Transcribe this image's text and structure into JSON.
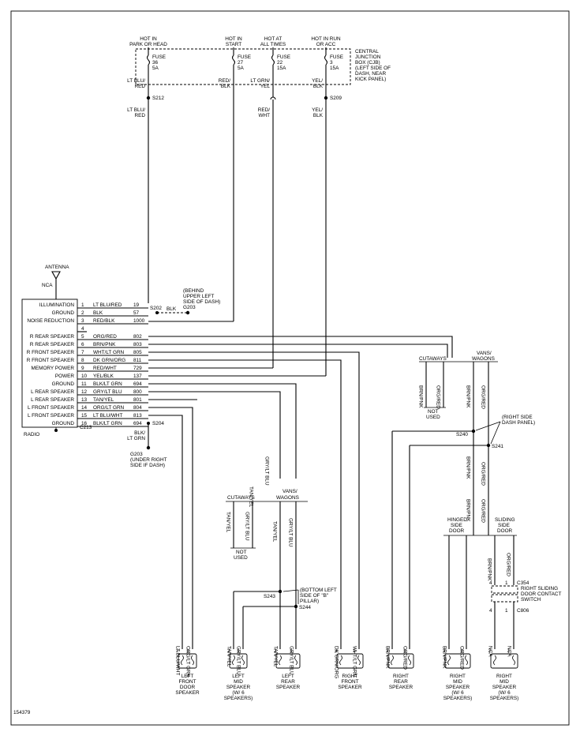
{
  "power_sources": [
    {
      "line1": "HOT IN",
      "line2": "PARK OR HEAD",
      "fuse": "FUSE",
      "num": "36",
      "amp": "5A",
      "wire": [
        "LT BLU/",
        "RED"
      ]
    },
    {
      "line1": "HOT IN",
      "line2": "START",
      "fuse": "FUSE",
      "num": "27",
      "amp": "5A",
      "wire": [
        "RED/",
        "BLK"
      ]
    },
    {
      "line1": "HOT AT",
      "line2": "ALL TIMES",
      "fuse": "FUSE",
      "num": "22",
      "amp": "15A",
      "wire": [
        "LT GRN/",
        "YEL"
      ]
    },
    {
      "line1": "HOT IN RUN",
      "line2": "OR ACC",
      "fuse": "FUSE",
      "num": "3",
      "amp": "15A",
      "wire": [
        "YEL/",
        "BLK"
      ]
    }
  ],
  "cjb": [
    "CENTRAL",
    "JUNCTION",
    "BOX (CJB)",
    "(LEFT SIDE OF",
    "DASH, NEAR",
    "KICK PANEL)"
  ],
  "splices": {
    "s212": "S212",
    "s209": "S209",
    "s202": "S202",
    "s204": "S204",
    "s240": "S240",
    "s241": "S241",
    "s243": "S243",
    "s244": "S244"
  },
  "lower_wires": {
    "ltblu_red": [
      "LT BLU/",
      "RED"
    ],
    "red_wht": [
      "RED/",
      "WHT"
    ],
    "yel_blk": [
      "YEL/",
      "BLK"
    ]
  },
  "antenna": {
    "label": "ANTENNA",
    "nca": "NCA"
  },
  "radio": {
    "name": "RADIO",
    "connector": "C213",
    "pins": [
      {
        "func": "ILLUMINATION",
        "pin": "1",
        "wire": "LT BLU/RED",
        "circuit": "19"
      },
      {
        "func": "GROUND",
        "pin": "2",
        "wire": "BLK",
        "circuit": "57"
      },
      {
        "func": "NOISE REDUCTION",
        "pin": "3",
        "wire": "RED/BLK",
        "circuit": "1000"
      },
      {
        "func": "",
        "pin": "4",
        "wire": "",
        "circuit": ""
      },
      {
        "func": "R REAR SPEAKER",
        "pin": "5",
        "wire": "ORG/RED",
        "circuit": "802"
      },
      {
        "func": "R REAR SPEAKER",
        "pin": "6",
        "wire": "BRN/PNK",
        "circuit": "803"
      },
      {
        "func": "R FRONT SPEAKER",
        "pin": "7",
        "wire": "WHT/LT GRN",
        "circuit": "805"
      },
      {
        "func": "R FRONT SPEAKER",
        "pin": "8",
        "wire": "DK GRN/ORG",
        "circuit": "811"
      },
      {
        "func": "MEMORY POWER",
        "pin": "9",
        "wire": "RED/WHT",
        "circuit": "729"
      },
      {
        "func": "POWER",
        "pin": "10",
        "wire": "YEL/BLK",
        "circuit": "137"
      },
      {
        "func": "GROUND",
        "pin": "11",
        "wire": "BLK/LT GRN",
        "circuit": "694"
      },
      {
        "func": "L REAR SPEAKER",
        "pin": "12",
        "wire": "GRY/LT BLU",
        "circuit": "800"
      },
      {
        "func": "L REAR SPEAKER",
        "pin": "13",
        "wire": "TAN/YEL",
        "circuit": "801"
      },
      {
        "func": "L FRONT SPEAKER",
        "pin": "14",
        "wire": "ORG/LT GRN",
        "circuit": "804"
      },
      {
        "func": "L FRONT SPEAKER",
        "pin": "15",
        "wire": "LT BLU/WHT",
        "circuit": "813"
      },
      {
        "func": "GROUND",
        "pin": "16",
        "wire": "BLK/LT GRN",
        "circuit": "694"
      }
    ]
  },
  "g203_upper": {
    "blk": "BLK",
    "lines": [
      "(BEHIND",
      "UPPER LEFT",
      "SIDE OF DASH)",
      "G203"
    ]
  },
  "g203_lower": {
    "wire": [
      "BLK/",
      "LT GRN"
    ],
    "lines": [
      "G203",
      "(UNDER RIGHT",
      "SIDE IF DASH)"
    ]
  },
  "right_branch": {
    "cutaways": "CUTAWAYS",
    "vans": [
      "VANS/",
      "WAGONS"
    ],
    "brn_pnk": "BRN/PNK",
    "org_red": "ORG/RED",
    "not_used": [
      "NOT",
      "USED"
    ],
    "dash_panel": [
      "(RIGHT SIDE",
      "DASH PANEL)"
    ],
    "hinged": [
      "HINGED",
      "SIDE",
      "DOOR"
    ],
    "sliding": [
      "SLIDING",
      "SIDE",
      "DOOR"
    ],
    "c354": "C354",
    "c806": "C806",
    "contact": [
      "RIGHT SLIDING",
      "DOOR CONTACT",
      "SWITCH"
    ],
    "pin4": "4",
    "pin1": "1",
    "nca": "NCA"
  },
  "left_branch": {
    "tan_yel": "TAN/YEL",
    "gry_ltblu": "GRY/LT BLU",
    "cutaways": "CUTAWAYS",
    "vans": [
      "VANS/",
      "WAGONS"
    ],
    "not_used": [
      "NOT",
      "USED"
    ],
    "pillar": [
      "(BOTTOM LEFT",
      "SIDE OF \"B\"",
      "PILLAR)"
    ]
  },
  "speakers": [
    {
      "wires": [
        "LT BLU/WHT",
        "ORG/LT GRN"
      ],
      "pins": [
        "2",
        "1"
      ],
      "label": [
        "LEFT",
        "FRONT",
        "DOOR",
        "SPEAKER"
      ]
    },
    {
      "wires": [
        "TAN/YEL",
        "GRY/LT BLU"
      ],
      "pins": [
        "2",
        "1"
      ],
      "label": [
        "LEFT",
        "MID",
        "SPEAKER",
        "(W/ 6",
        "SPEAKERS)"
      ]
    },
    {
      "wires": [
        "TAN/YEL",
        "GRY/LT BLU"
      ],
      "pins": [
        "2",
        "1"
      ],
      "label": [
        "LEFT",
        "REAR",
        "SPEAKER"
      ]
    },
    {
      "wires": [
        "DK GRN/ORG",
        "WHT/LT GRN"
      ],
      "pins": [
        "2",
        "1"
      ],
      "label": [
        "RIGHT",
        "FRONT",
        "SPEAKER"
      ]
    },
    {
      "wires": [
        "BRN/PNK",
        "ORG/RED"
      ],
      "pins": [
        "2",
        "1"
      ],
      "label": [
        "RIGHT",
        "REAR",
        "SPEAKER"
      ]
    },
    {
      "wires": [
        "BRN/PNK",
        "ORG/RED"
      ],
      "pins": [
        "2",
        "1"
      ],
      "label": [
        "RIGHT",
        "MID",
        "SPEAKER",
        "(W/ 6",
        "SPEAKERS)"
      ]
    },
    {
      "wires": [
        "NCA",
        "NCA"
      ],
      "pins": [
        "2",
        "1"
      ],
      "label": [
        "RIGHT",
        "MID",
        "SPEAKER",
        "(W/ 6",
        "SPEAKERS)"
      ]
    }
  ],
  "figure_id": "154379"
}
